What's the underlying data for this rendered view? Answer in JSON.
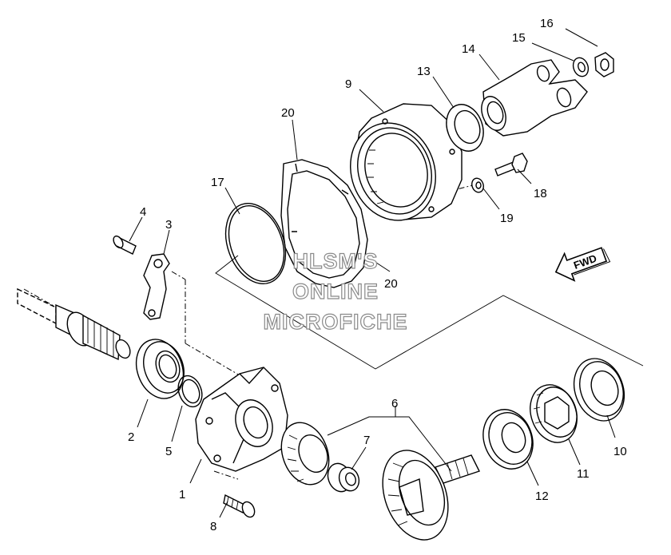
{
  "callouts": [
    "1",
    "2",
    "3",
    "4",
    "5",
    "6",
    "7",
    "8",
    "9",
    "10",
    "11",
    "12",
    "13",
    "14",
    "15",
    "16",
    "17",
    "18",
    "19",
    "20",
    "20"
  ],
  "watermark": {
    "line1": "HLSM'S",
    "line2": "ONLINE",
    "line3": "MICROFICHE"
  },
  "direction_arrow": {
    "label": "FWD",
    "icon": "forward-arrow-icon"
  }
}
